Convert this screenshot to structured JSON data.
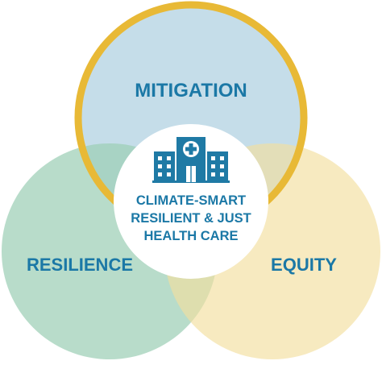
{
  "diagram": {
    "circles": [
      {
        "id": "mitigation",
        "label": "MITIGATION",
        "fill": "#c5dde9",
        "opacity": 1
      },
      {
        "id": "resilience",
        "label": "RESILIENCE",
        "fill": "#9ccfb6",
        "opacity": 0.72
      },
      {
        "id": "equity",
        "label": "EQUITY",
        "fill": "#f2df9e",
        "opacity": 0.65
      }
    ],
    "outline_color": "#e8b936",
    "center": {
      "lines": [
        "CLIMATE-SMART",
        "RESILIENT & JUST",
        "HEALTH CARE"
      ],
      "icon": "hospital-icon",
      "icon_color": "#1f7aa5"
    },
    "text_color": "#1b78a6"
  }
}
